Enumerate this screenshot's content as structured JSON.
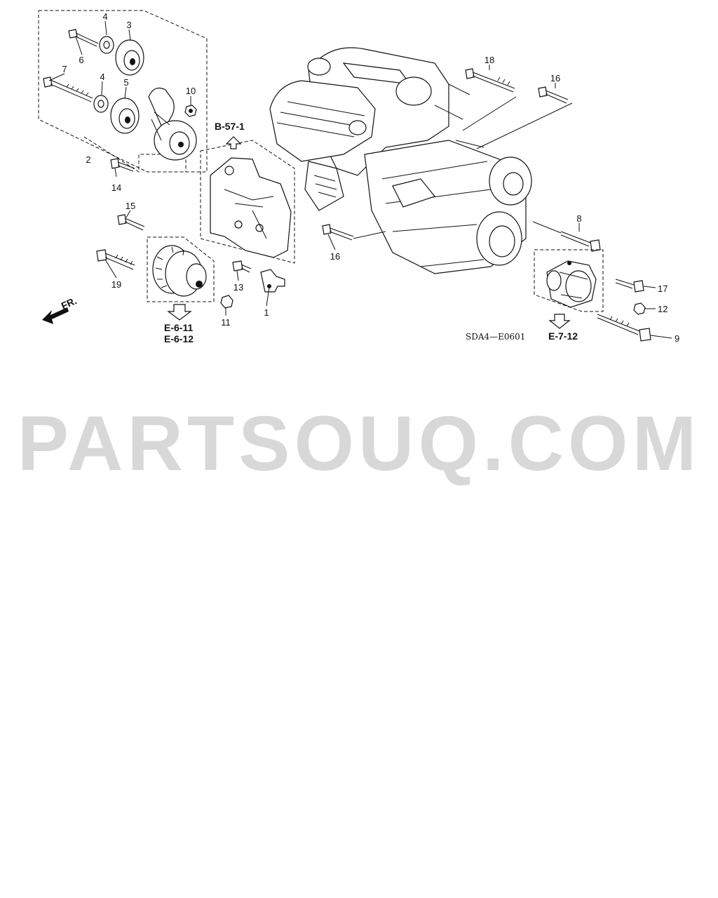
{
  "diagram": {
    "callouts": {
      "c1": "1",
      "c2": "2",
      "c3": "3",
      "c4a": "4",
      "c4b": "4",
      "c5": "5",
      "c6": "6",
      "c7": "7",
      "c8": "8",
      "c9": "9",
      "c10": "10",
      "c11": "11",
      "c12": "12",
      "c13": "13",
      "c14": "14",
      "c15": "15",
      "c16a": "16",
      "c16b": "16",
      "c17": "17",
      "c18": "18",
      "c19": "19"
    },
    "references": {
      "b57": "B-57-1",
      "e611": "E-6-11",
      "e612": "E-6-12",
      "e712": "E-7-12"
    },
    "front_label": "FR.",
    "diagram_code": "SDA4—E0601"
  },
  "watermark": "PARTSOUQ.COM"
}
